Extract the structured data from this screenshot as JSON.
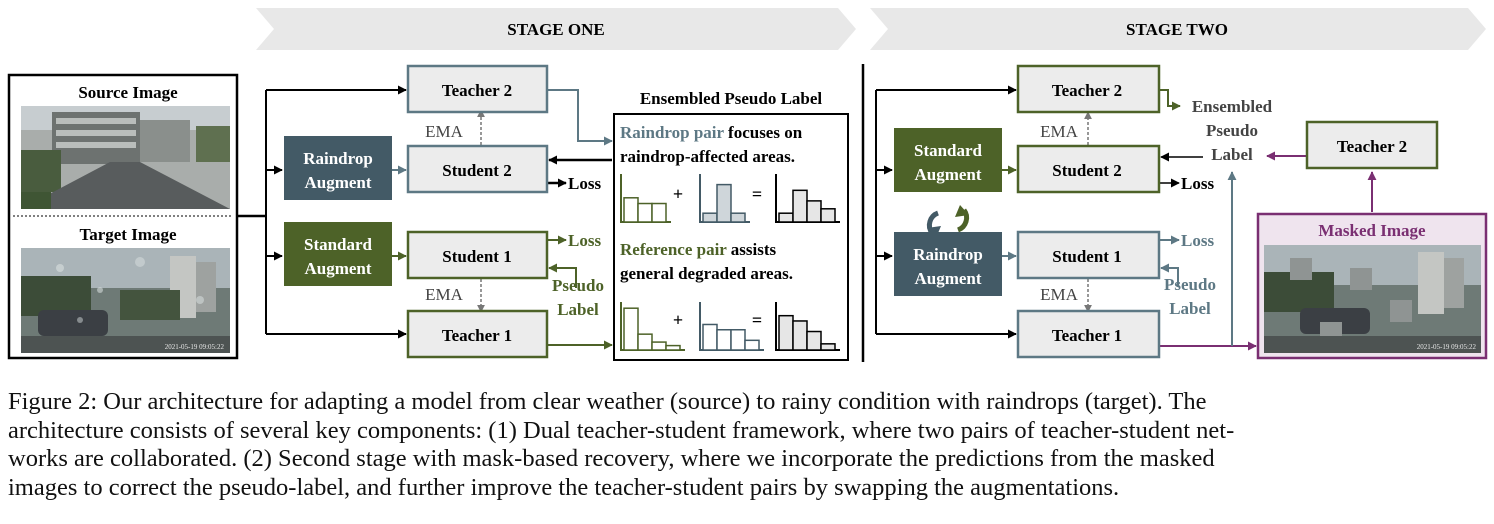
{
  "stages": {
    "one": "STAGE ONE",
    "two": "STAGE TWO"
  },
  "left": {
    "source_label": "Source Image",
    "target_label": "Target Image",
    "timestamp": "2021-05-19 09:05:22"
  },
  "stage1": {
    "teacher2": "Teacher 2",
    "student2": "Student 2",
    "student1": "Student 1",
    "teacher1": "Teacher 1",
    "raindrop_aug": [
      "Raindrop",
      "Augment"
    ],
    "standard_aug": [
      "Standard",
      "Augment"
    ],
    "ema_top": "EMA",
    "ema_bottom": "EMA",
    "loss_s2": "Loss",
    "loss_s1": "Loss",
    "pseudo_label": [
      "Pseudo",
      "Label"
    ]
  },
  "ensemble": {
    "title": "Ensembled Pseudo Label",
    "line1_highlight": "Raindrop pair",
    "line1_rest": " focuses on",
    "line2": "raindrop-affected areas.",
    "line3_highlight": "Reference pair",
    "line3_rest": " assists",
    "line4": "general degraded areas.",
    "plus": "+",
    "equals": "=",
    "hist_top": {
      "a": [
        0.55,
        0.42,
        0.42
      ],
      "b": [
        0.2,
        0.85,
        0.2
      ],
      "c": [
        0.2,
        0.72,
        0.48,
        0.3
      ]
    },
    "hist_bottom": {
      "a": [
        0.95,
        0.36,
        0.18,
        0.1
      ],
      "b": [
        0.58,
        0.46,
        0.46,
        0.22
      ],
      "c": [
        0.78,
        0.66,
        0.42,
        0.14
      ]
    }
  },
  "stage2": {
    "teacher2": "Teacher 2",
    "student2": "Student 2",
    "student1": "Student 1",
    "teacher1": "Teacher 1",
    "standard_aug": [
      "Standard",
      "Augment"
    ],
    "raindrop_aug": [
      "Raindrop",
      "Augment"
    ],
    "ema_top": "EMA",
    "ema_bottom": "EMA",
    "loss_s2": "Loss",
    "loss_s1": "Loss",
    "pseudo_label": [
      "Pseudo",
      "Label"
    ],
    "ensembled": [
      "Ensembled",
      "Pseudo",
      "Label"
    ],
    "teacher2_right": "Teacher 2",
    "masked_image": "Masked Image"
  },
  "caption": [
    "Figure 2: Our architecture for adapting a model from clear weather (source) to rainy condition with raindrops (target). The",
    "architecture consists of several key components: (1) Dual teacher-student framework, where two pairs of teacher-student net-",
    "works are collaborated. (2) Second stage with mask-based recovery, where we incorporate the predictions from the masked",
    "images to correct the pseudo-label, and further improve the teacher-student pairs by swapping the augmentations."
  ],
  "colors": {
    "green": "#4d6228",
    "slate": "#435a66",
    "purple": "#7a2f72",
    "box_fill": "#ececec",
    "banner": "#e8e8e8",
    "masked_fill": "#efe4ee"
  }
}
